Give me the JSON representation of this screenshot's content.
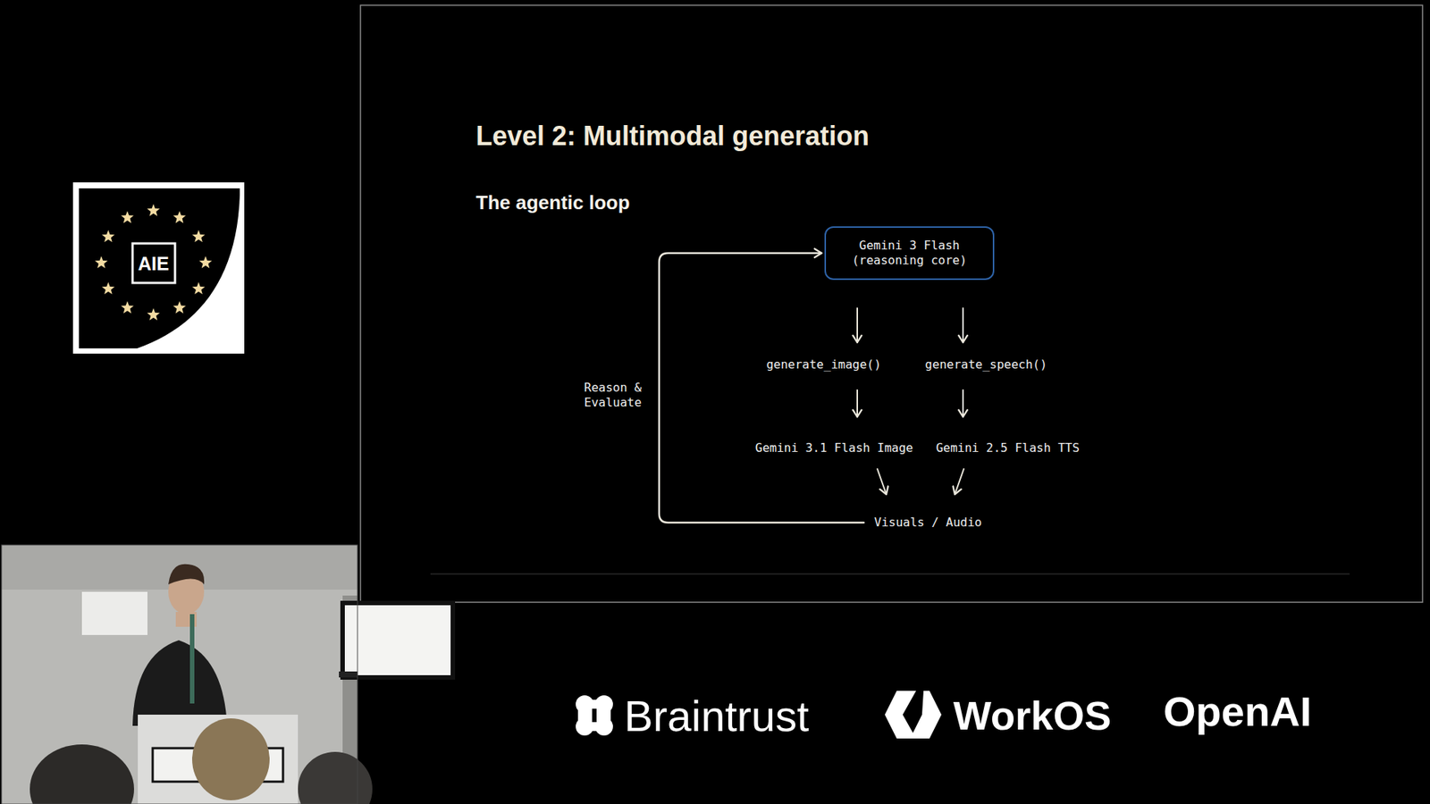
{
  "diagram": {
    "title": "Level 2: Multimodal generation",
    "nodes": [
      {
        "text": [
          "Gemini 3 Flash (reasoning core)"
        ]
      },
      {
        "text": [
          "generate_image()"
        ]
      },
      {
        "text": [
          "generate_speech()"
        ]
      },
      {
        "text": [
          "Gemini 3.1 Flash Image"
        ]
      },
      {
        "text": [
          "Gemini 2.5 Flash TTS"
        ]
      },
      {
        "text": [
          "Visuals / Audio"
        ]
      }
    ],
    "edges": [
      {
        "from": 0,
        "to": 1,
        "arrow": "to"
      },
      {
        "from": 0,
        "to": 2,
        "arrow": "to"
      },
      {
        "from": 1,
        "to": 3,
        "arrow": "to"
      },
      {
        "from": 2,
        "to": 4,
        "arrow": "to"
      },
      {
        "from": 3,
        "to": 5,
        "arrow": "to"
      },
      {
        "from": 4,
        "to": 5,
        "arrow": "to"
      },
      {
        "from": 5,
        "to": 0,
        "label": "Reason & Evaluate",
        "arrow": "to"
      }
    ],
    "labels": [
      "The agentic loop",
      "AIE",
      "Braintrust",
      "WorkOS",
      "OpenAI"
    ]
  }
}
